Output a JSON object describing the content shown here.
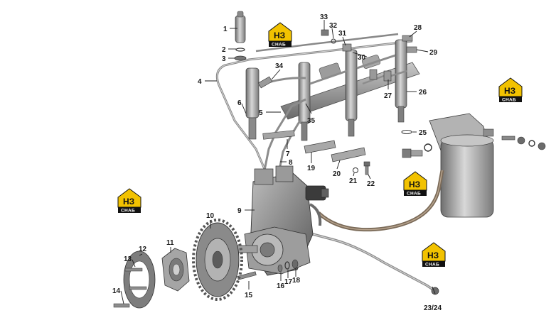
{
  "logos": [
    {
      "id": "logo-1",
      "mark": "НЗ",
      "caption": "СНАБ"
    },
    {
      "id": "logo-2",
      "mark": "НЗ",
      "caption": "СНАБ"
    },
    {
      "id": "logo-3",
      "mark": "НЗ",
      "caption": "СНАБ"
    },
    {
      "id": "logo-4",
      "mark": "НЗ",
      "caption": "СНАБ"
    },
    {
      "id": "logo-5",
      "mark": "НЗ",
      "caption": "СНАБ"
    }
  ],
  "callouts": [
    "1",
    "2",
    "3",
    "4",
    "5",
    "6",
    "7",
    "8",
    "9",
    "10",
    "11",
    "12",
    "13",
    "14",
    "15",
    "16",
    "17",
    "18",
    "19",
    "20",
    "21",
    "22",
    "23/24",
    "25",
    "26",
    "27",
    "28",
    "29",
    "30",
    "31",
    "32",
    "33",
    "34",
    "35"
  ],
  "colors": {
    "metal": "#9a9a9a",
    "metal_dark": "#5e5e5e",
    "metal_light": "#d4d4d4",
    "hose": "#8b7a66",
    "logo_yellow": "#f2c200",
    "logo_black": "#111111"
  }
}
